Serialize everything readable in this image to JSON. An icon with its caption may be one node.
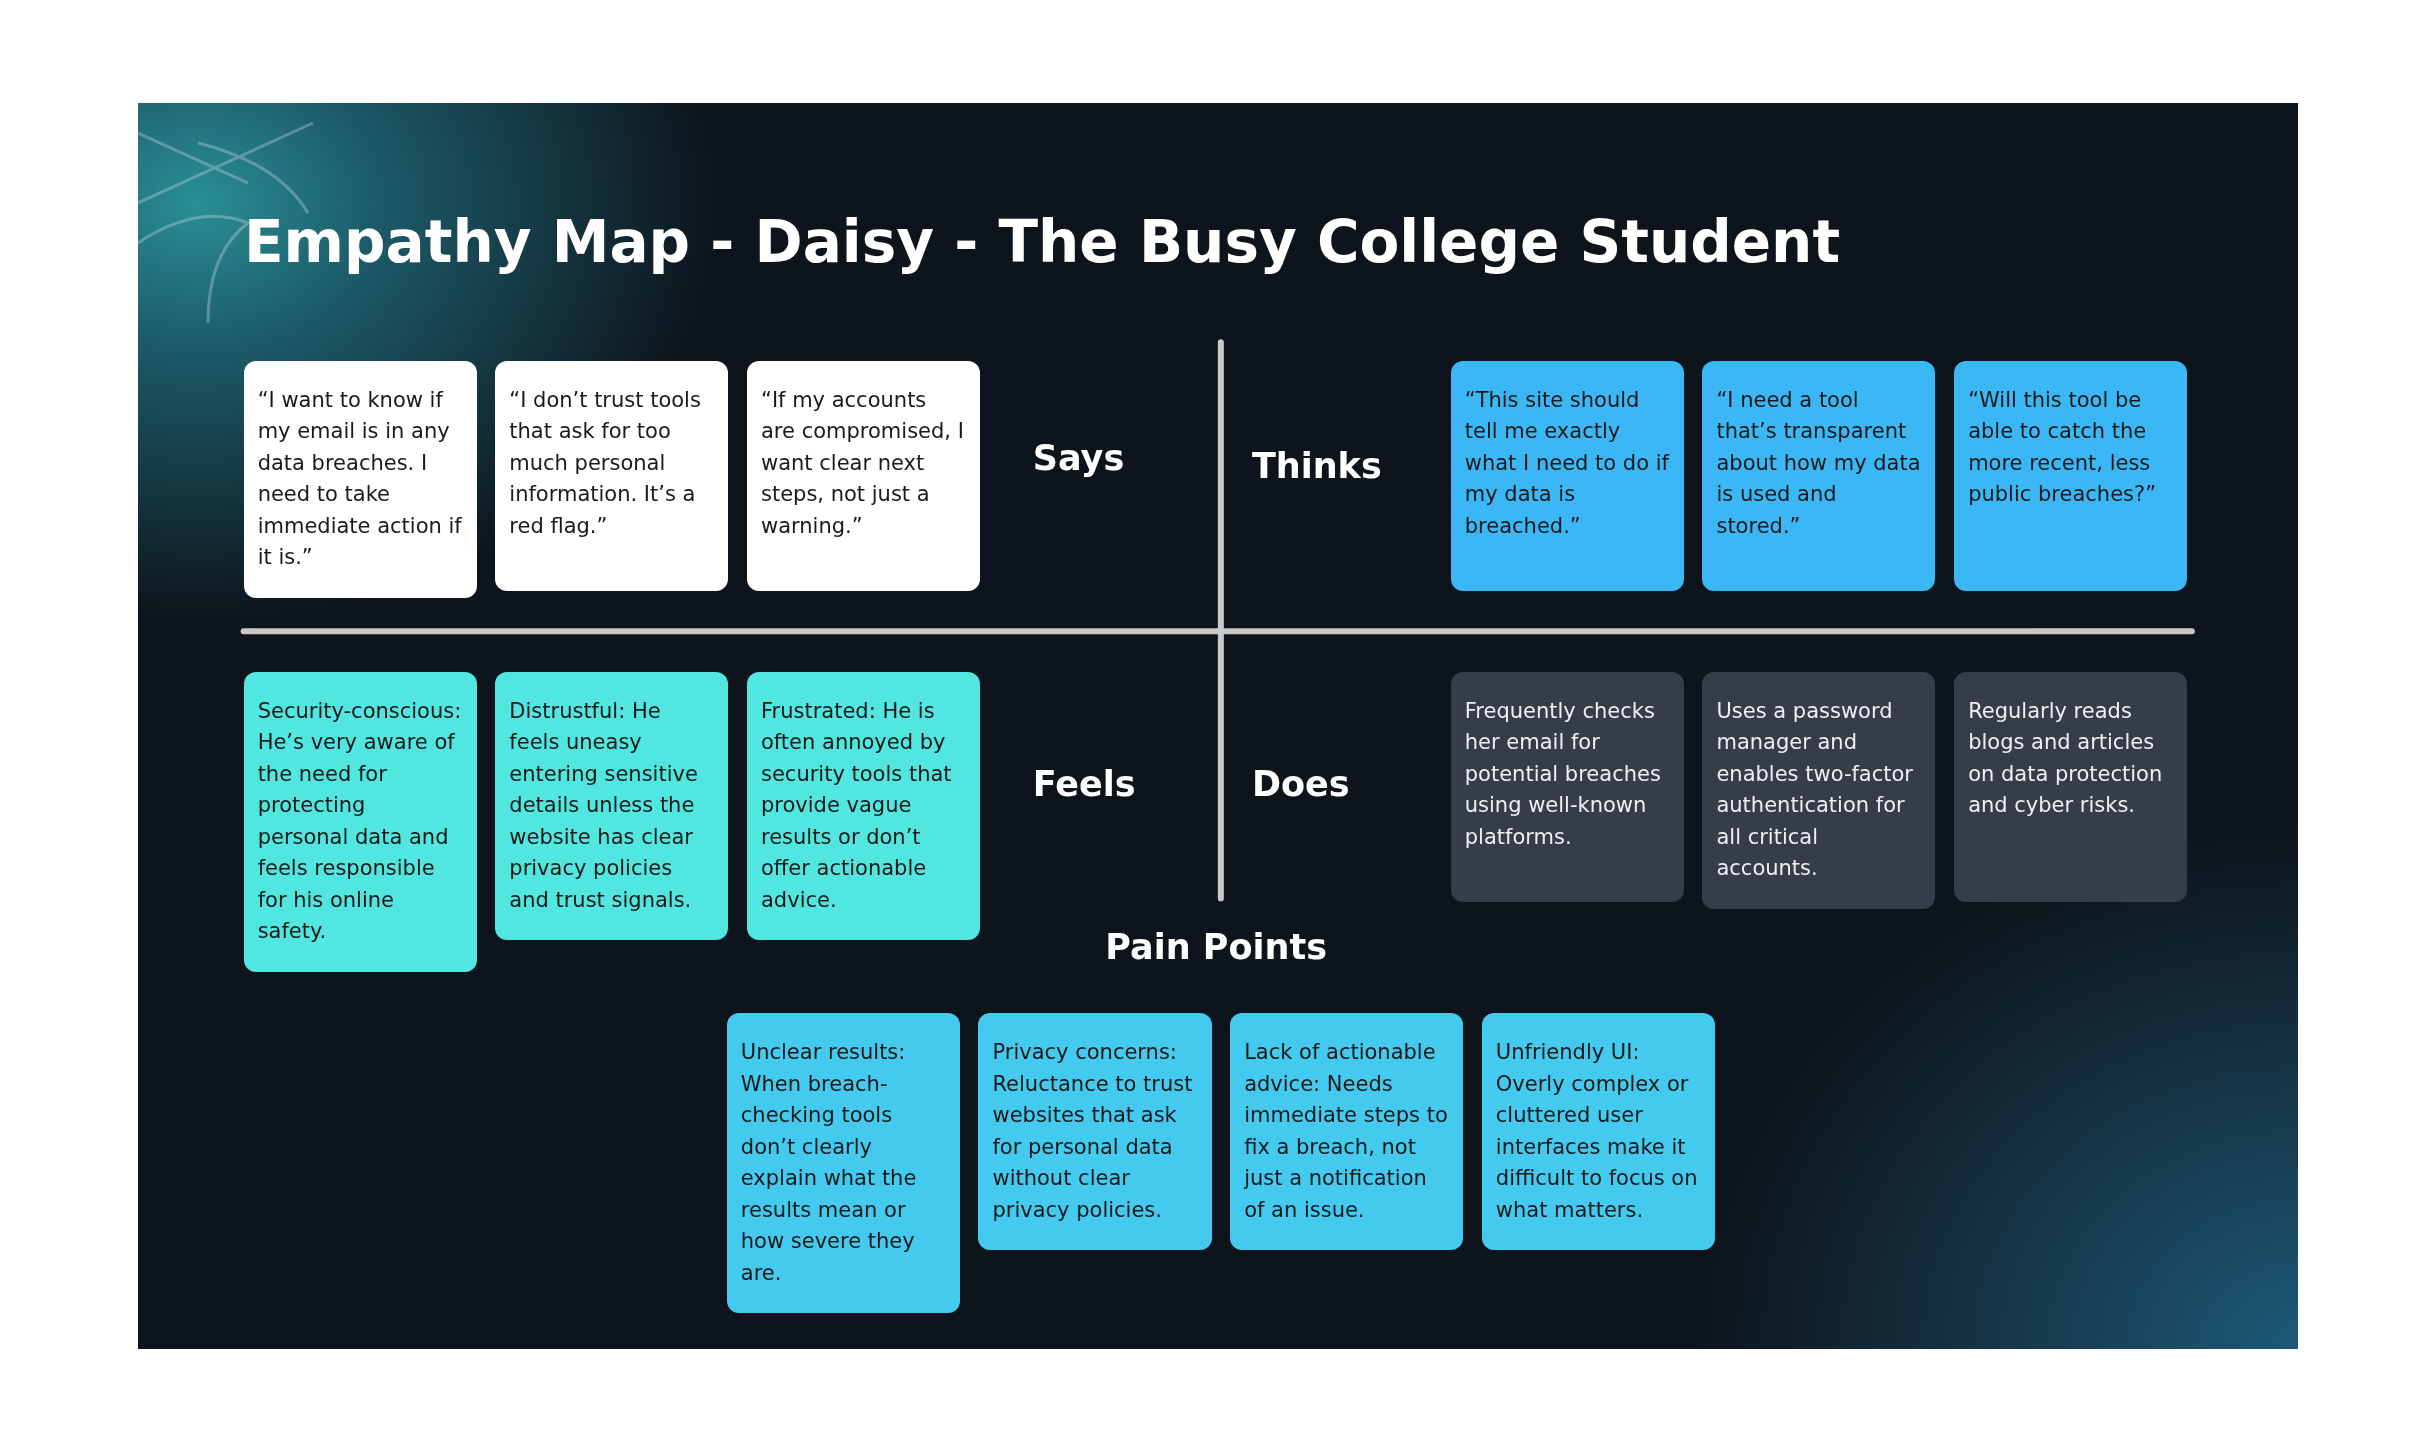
{
  "diagram": {
    "title": "Empathy Map - Daisy - The Busy College Student",
    "nodes": [
      {
        "text": [
          "“I want to know if my email is in any data breaches. I need to take immediate action if it is.”"
        ]
      },
      {
        "text": [
          "“I don’t trust tools that ask for too much personal information. It’s a red flag.”"
        ]
      },
      {
        "text": [
          "“If my accounts are compromised, I want clear next steps, not just a warning.”"
        ]
      },
      {
        "text": [
          "“This site should tell me exactly what I need to do if my data is breached.”"
        ]
      },
      {
        "text": [
          "“I need a tool that’s transparent about how my data is used and stored.”"
        ]
      },
      {
        "text": [
          "“Will this tool be able to catch the more recent, less public breaches?”"
        ]
      },
      {
        "text": [
          "Security-conscious: He’s very aware of the need for protecting personal data and feels responsible for his online safety."
        ]
      },
      {
        "text": [
          "Distrustful: He feels uneasy entering sensitive details unless the website has clear privacy policies and trust signals."
        ]
      },
      {
        "text": [
          "Frustrated: He is often annoyed by security tools that provide vague results or don’t offer actionable advice."
        ]
      },
      {
        "text": [
          "Frequently checks her email for potential breaches using well-known platforms."
        ]
      },
      {
        "text": [
          "Uses a password manager and enables two-factor authentication for all critical accounts."
        ]
      },
      {
        "text": [
          "Regularly reads blogs and articles on data protection and cyber risks."
        ]
      },
      {
        "text": [
          "Unclear results: When breach-checking tools don’t clearly explain what the results mean or how severe they are."
        ]
      },
      {
        "text": [
          "Privacy concerns: Reluctance to trust websites that ask for personal data without clear privacy policies."
        ]
      },
      {
        "text": [
          "Lack of actionable advice: Needs immediate steps to fix a breach, not just a notification of an issue."
        ]
      },
      {
        "text": [
          "Unfriendly UI: Overly complex or cluttered user interfaces make it difficult to focus on what matters."
        ]
      }
    ],
    "labels": [
      "Says",
      "Thinks",
      "Feels",
      "Does",
      "Pain Points"
    ]
  }
}
